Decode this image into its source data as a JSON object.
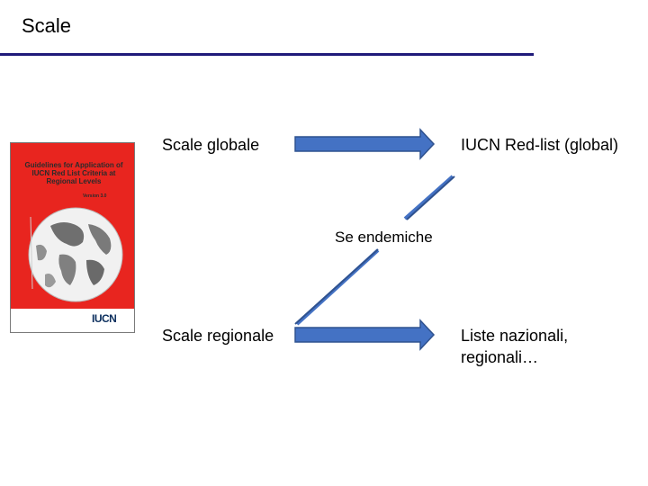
{
  "slide": {
    "title": "Scale",
    "rule_color": "#1f1a7a"
  },
  "book_cover": {
    "title": "Guidelines for Application of IUCN Red List Criteria at Regional Levels",
    "version": "Version 3.0",
    "publisher_logo": "IUCN",
    "cover_color": "#e8251f"
  },
  "diagram": {
    "global_scale": "Scale globale",
    "global_list": "IUCN Red-list (global)",
    "endemic_condition": "Se endemiche",
    "regional_scale": "Scale regionale",
    "regional_list_line1": "Liste nazionali,",
    "regional_list_line2": "regionali…",
    "arrow_fill": "#4472c4",
    "arrow_stroke": "#2f528f"
  }
}
